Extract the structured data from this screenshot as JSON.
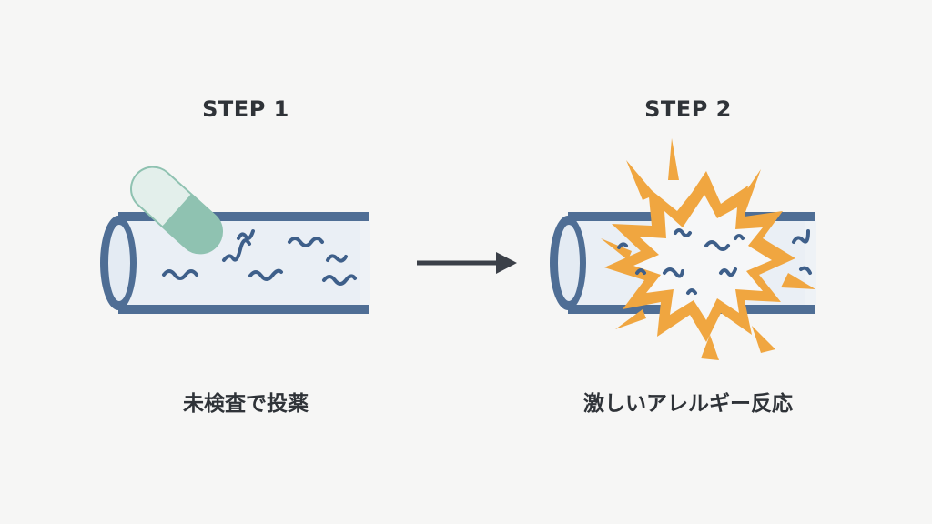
{
  "steps": [
    {
      "title": "STEP 1",
      "caption": "未検査で投薬"
    },
    {
      "title": "STEP 2",
      "caption": "激しいアレルギー反応"
    }
  ],
  "colors": {
    "tube_outline": "#4f6e95",
    "tube_fill": "#e9eef5",
    "particles": "#3e5f8a",
    "capsule": "#8fc2b1",
    "capsule_light": "#e3efeb",
    "burst": "#f0a640",
    "arrow": "#3b4048",
    "text": "#2f3338"
  },
  "icons": [
    "capsule-icon",
    "explosion-burst-icon",
    "arrow-right-icon"
  ]
}
